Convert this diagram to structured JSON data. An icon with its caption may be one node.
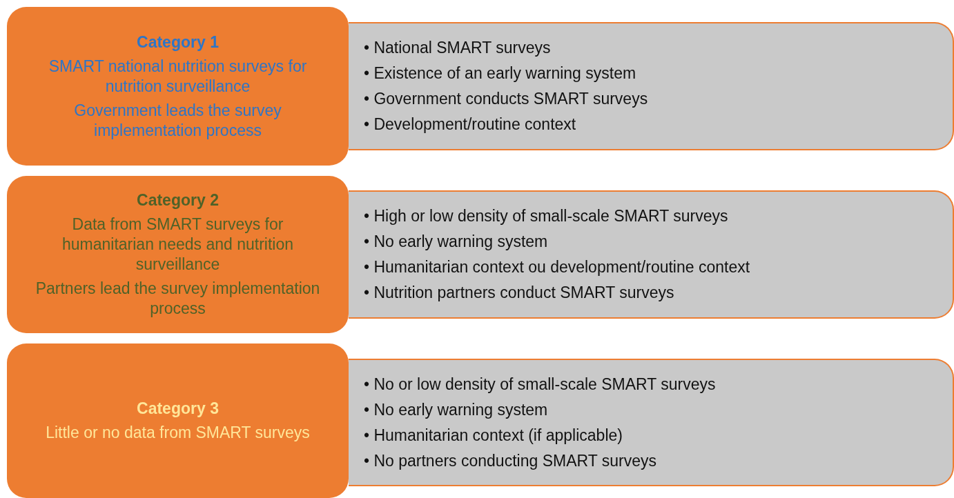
{
  "diagram": {
    "nodes": [
      {
        "text": [
          "Category 1",
          "SMART national nutrition surveys for nutrition surveillance",
          "Government leads the survey implementation process"
        ]
      },
      {
        "text": [
          "• National SMART surveys",
          "• Existence of an early warning system",
          "• Government conducts SMART surveys",
          "• Development/routine context"
        ]
      },
      {
        "text": [
          "Category 2",
          "Data from SMART surveys for humanitarian needs and nutrition surveillance",
          "Partners lead the survey implementation process"
        ]
      },
      {
        "text": [
          "• High or low density of small-scale SMART surveys",
          "• No early warning system",
          "• Humanitarian context ou development/routine context",
          "• Nutrition partners conduct SMART surveys"
        ]
      },
      {
        "text": [
          "Category 3",
          "Little or no data from SMART  surveys"
        ]
      },
      {
        "text": [
          "• No or low density of small-scale SMART surveys",
          "• No early warning system",
          "• Humanitarian context (if applicable)",
          "• No partners conducting SMART surveys"
        ]
      }
    ]
  }
}
